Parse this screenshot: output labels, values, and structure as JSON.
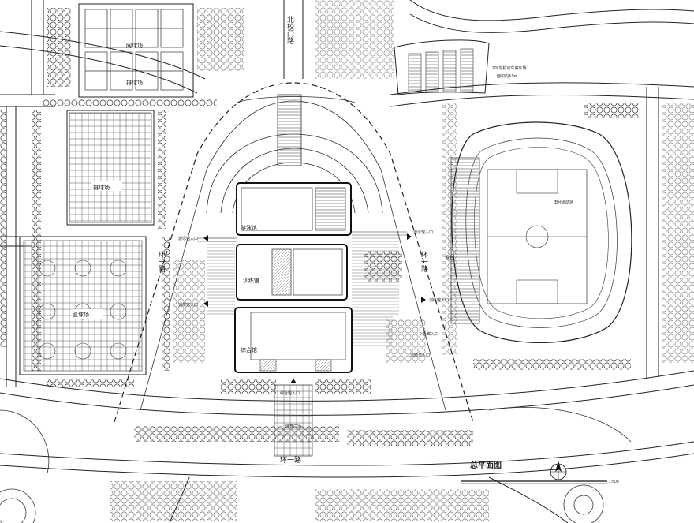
{
  "roads": {
    "north_gate_road": "北校门路",
    "ring_road_1": "环一路",
    "ring_road_west": "环一路",
    "ring_road_east": "环一路"
  },
  "courts": {
    "tennis_1": "网球场",
    "tennis_2": "排球场",
    "volleyball": "排球场",
    "basketball": "篮球场"
  },
  "buildings": {
    "natatorium": "游泳馆",
    "training_hall": "训练馆",
    "main_gym": "综合馆"
  },
  "labels": {
    "stadium": "田径运动场",
    "stand": "看台",
    "plaza": "体育广场",
    "main_entrance": "综合馆入口",
    "parking": "209车机动车停车场",
    "parking_area": "面积约4.5m",
    "entrance_w1": "游泳馆入口",
    "entrance_w2": "训练馆入口",
    "entrance_e1": "游泳馆入口",
    "entrance_e2": "训练馆入口",
    "entrance_e3": "贵宾入口",
    "entrance_e4": "运动员入口"
  },
  "plan_title": "总平面图",
  "scale_note": "1:500"
}
